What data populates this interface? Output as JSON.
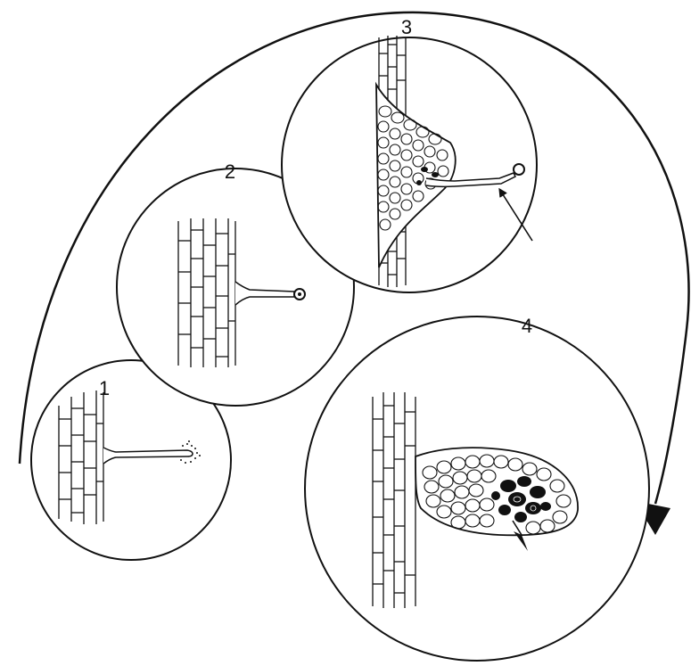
{
  "stages": [
    {
      "label": "1"
    },
    {
      "label": "2"
    },
    {
      "label": "3"
    },
    {
      "label": "4"
    }
  ],
  "colors": {
    "ink": "#111111",
    "paper": "#ffffff",
    "bleed_text": "#cfcfcf"
  }
}
